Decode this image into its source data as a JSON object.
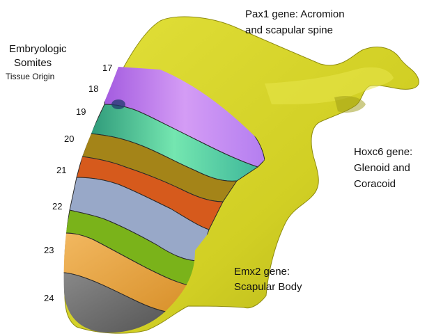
{
  "title": {
    "line1": "Embryologic",
    "line2": "Somites",
    "line3": "Tissue Origin"
  },
  "genes": {
    "pax1": {
      "line1": "Pax1 gene: Acromion",
      "line2": "and scapular spine"
    },
    "hoxc6": {
      "line1": "Hoxc6 gene:",
      "line2": "Glenoid and",
      "line3": "Coracoid"
    },
    "emx2": {
      "line1": "Emx2 gene:",
      "line2": "Scapular Body"
    }
  },
  "somites": [
    {
      "number": "17"
    },
    {
      "number": "18"
    },
    {
      "number": "19"
    },
    {
      "number": "20"
    },
    {
      "number": "21"
    },
    {
      "number": "22"
    },
    {
      "number": "23"
    },
    {
      "number": "24"
    }
  ],
  "colors": {
    "bone": "#d4d22a",
    "bone_shadow": "#a8a51a",
    "band_17_18": "#c98af0",
    "band_19": "#5fd9a0",
    "band_20": "#a08018",
    "band_21": "#d65a1c",
    "band_22": "#93a6c8",
    "band_23": "#7fb819",
    "band_24": "#e7a84a",
    "band_bottom": "#6e6e6e"
  }
}
